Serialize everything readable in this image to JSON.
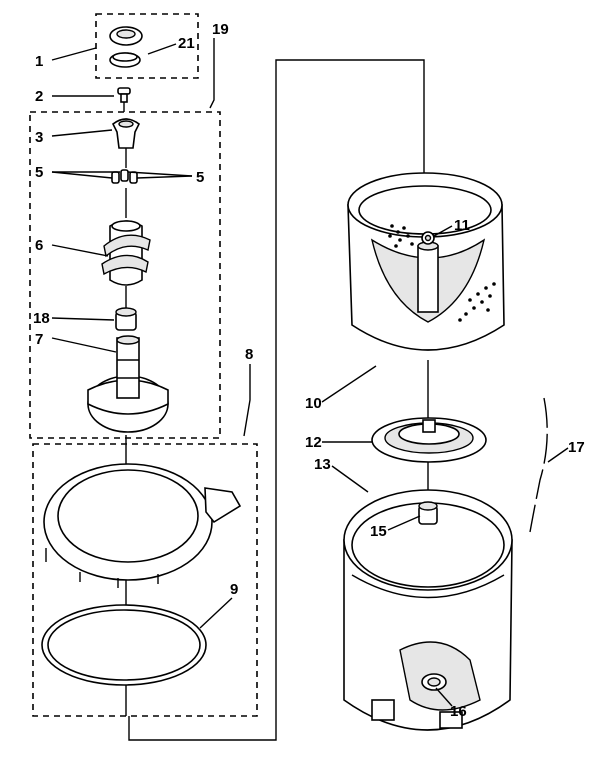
{
  "callouts": [
    {
      "id": "c1",
      "text": "1"
    },
    {
      "id": "c21",
      "text": "21"
    },
    {
      "id": "c19",
      "text": "19"
    },
    {
      "id": "c2",
      "text": "2"
    },
    {
      "id": "c3",
      "text": "3"
    },
    {
      "id": "c5a",
      "text": "5"
    },
    {
      "id": "c5b",
      "text": "5"
    },
    {
      "id": "c6",
      "text": "6"
    },
    {
      "id": "c18",
      "text": "18"
    },
    {
      "id": "c7",
      "text": "7"
    },
    {
      "id": "c8",
      "text": "8"
    },
    {
      "id": "c9",
      "text": "9"
    },
    {
      "id": "c10",
      "text": "10"
    },
    {
      "id": "c11",
      "text": "11"
    },
    {
      "id": "c12",
      "text": "12"
    },
    {
      "id": "c13",
      "text": "13"
    },
    {
      "id": "c15",
      "text": "15"
    },
    {
      "id": "c16",
      "text": "16"
    },
    {
      "id": "c17",
      "text": "17"
    }
  ]
}
